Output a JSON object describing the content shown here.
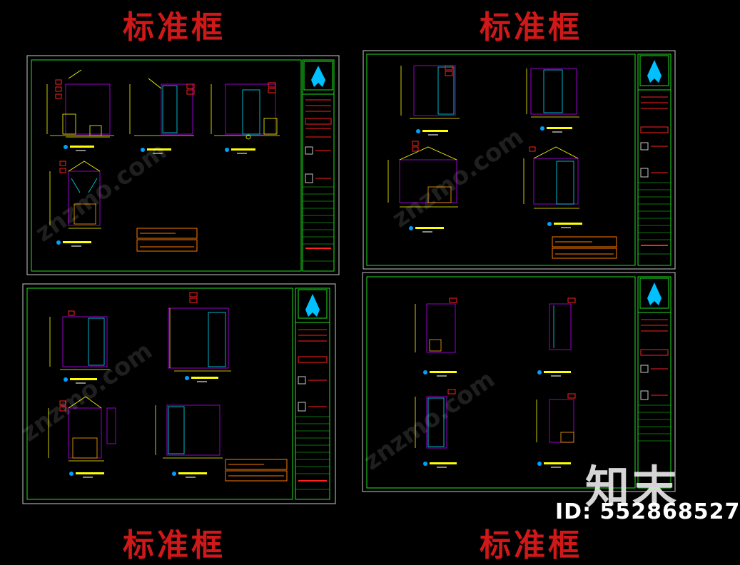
{
  "header": {
    "label_left": "标准框",
    "label_right": "标准框"
  },
  "footer": {
    "label_left": "标准框",
    "label_right": "标准框"
  },
  "watermark": {
    "logo_text": "知末",
    "id_text": "ID: 552868527",
    "site_text": "znzmo.com"
  },
  "colors": {
    "background": "#000000",
    "frame": "#20e020",
    "sheet_outline": "#c8c8c8",
    "cad_lines": "#ffff00",
    "cad_walls": "#c000ff",
    "cad_cyan": "#00e0ff",
    "note_box": "#ff7a00",
    "title_red": "#ff2020",
    "header_red": "#d01818"
  },
  "sheets": [
    {
      "id": "sheet-1",
      "views": 4
    },
    {
      "id": "sheet-2",
      "views": 4
    },
    {
      "id": "sheet-3",
      "views": 4
    },
    {
      "id": "sheet-4",
      "views": 4
    }
  ]
}
